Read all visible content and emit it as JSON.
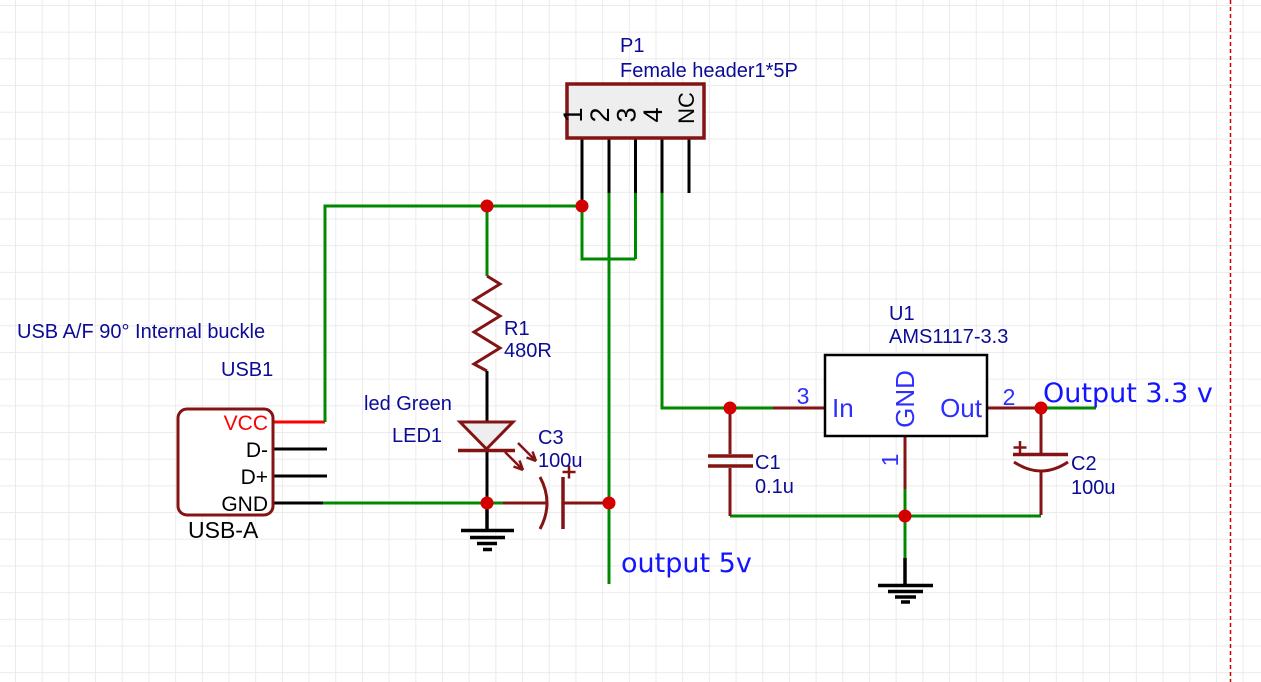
{
  "colors": {
    "wire_green": "#008800",
    "component_maroon": "#841414",
    "junction_red": "#d40000",
    "vcc_red": "#ff0000",
    "label_navy": "#0b0b96",
    "pin_name_blue": "#2e2eff",
    "net_label_blue": "#1414ff",
    "grid_gray": "#ebebeb",
    "sheet_border_red": "#cc0000"
  },
  "components": {
    "usb1": {
      "ref": "USB1",
      "package": "USB-A",
      "note": "USB A/F 90° Internal buckle",
      "pins": [
        "VCC",
        "D-",
        "D+",
        "GND"
      ]
    },
    "p1": {
      "ref": "P1",
      "value": "Female header1*5P",
      "pin_numbers": [
        "1",
        "2",
        "3",
        "4",
        "NC"
      ]
    },
    "r1": {
      "ref": "R1",
      "value": "480R"
    },
    "led1": {
      "ref": "LED1",
      "note": "led Green"
    },
    "c3": {
      "ref": "C3",
      "value": "100u"
    },
    "c1": {
      "ref": "C1",
      "value": "0.1u"
    },
    "c2": {
      "ref": "C2",
      "value": "100u"
    },
    "u1": {
      "ref": "U1",
      "value": "AMS1117-3.3",
      "pin_in": "In",
      "pin_gnd": "GND",
      "pin_out": "Out",
      "pin_num_in": "3",
      "pin_num_gnd": "1",
      "pin_num_out": "2"
    }
  },
  "net_labels": {
    "output_5v": "output 5v",
    "output_3v3": "Output 3.3 v"
  }
}
